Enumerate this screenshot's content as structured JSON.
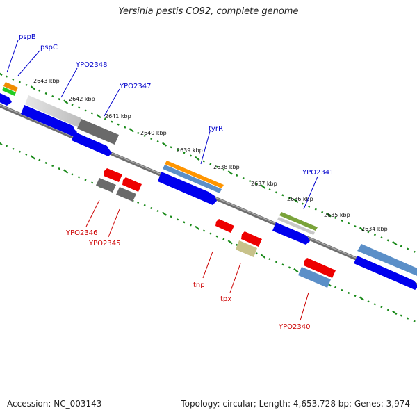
{
  "title": "Yersinia pestis CO92, complete genome",
  "footer": {
    "accession": "Accession: NC_003143",
    "summary": "Topology: circular; Length: 4,653,728 bp; Genes: 3,974"
  },
  "colors": {
    "backbone": "#808080",
    "forward_label": "#0000cc",
    "reverse_label": "#cc0000",
    "tick": "#1a8a1a",
    "cds_forward": "#0000ee",
    "cds_reverse": "#ee0000"
  },
  "scale": {
    "tick_labels": [
      "2643 kbp",
      "2642 kbp",
      "2641 kbp",
      "2640 kbp",
      "2639 kbp",
      "2638 kbp",
      "2637 kbp",
      "2636 kbp",
      "2635 kbp",
      "2634 kbp"
    ]
  },
  "genes": {
    "forward": [
      "pspB",
      "pspC",
      "YPO2348",
      "YPO2347",
      "tyrR",
      "YPO2341"
    ],
    "reverse": [
      "YPO2346",
      "YPO2345",
      "tnp",
      "tpx",
      "YPO2340"
    ]
  }
}
